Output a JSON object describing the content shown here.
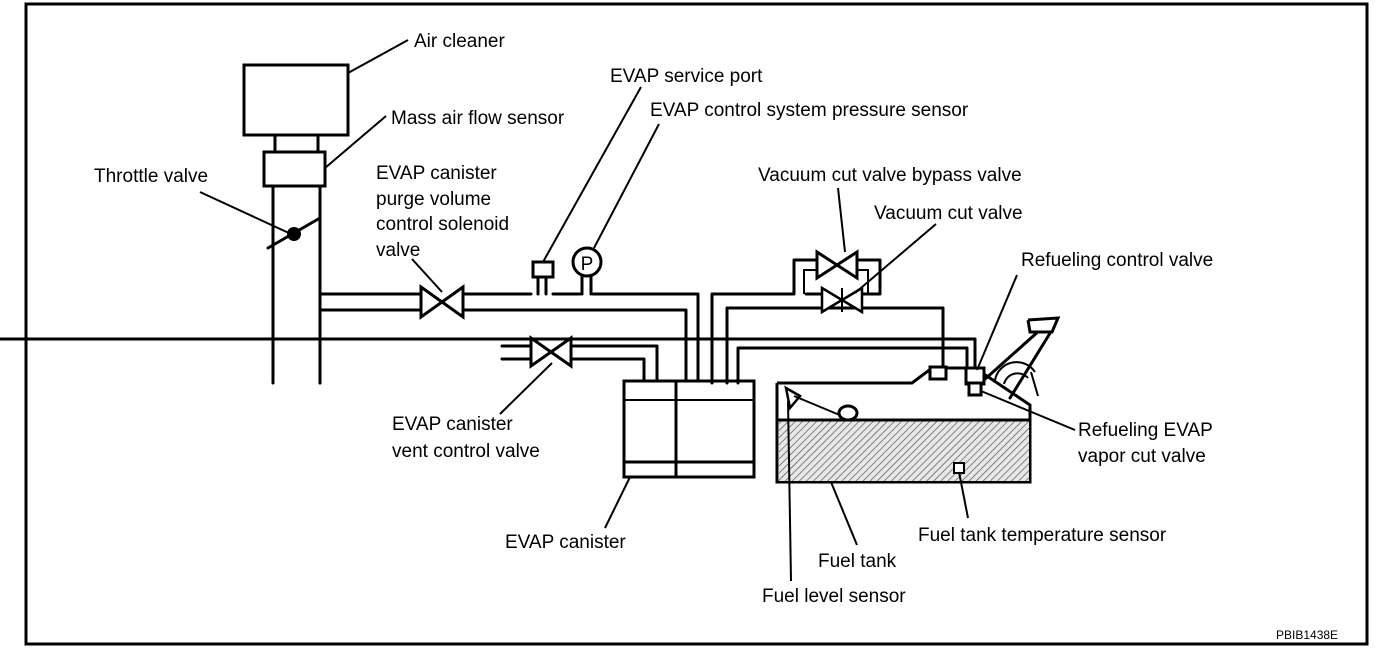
{
  "labels": {
    "air_cleaner": "Air cleaner",
    "maf_sensor": "Mass air flow sensor",
    "throttle_valve": "Throttle valve",
    "purge_valve_1": "EVAP canister",
    "purge_valve_2": "purge volume",
    "purge_valve_3": "control solenoid",
    "purge_valve_4": "valve",
    "service_port": "EVAP service port",
    "pressure_sensor": "EVAP control system pressure sensor",
    "vcv_bypass": "Vacuum cut valve bypass valve",
    "vacuum_cut_valve": "Vacuum cut valve",
    "refuel_control": "Refueling control valve",
    "vent_valve_1": "EVAP canister",
    "vent_valve_2": "vent control valve",
    "refuel_cut_1": "Refueling EVAP",
    "refuel_cut_2": "vapor cut valve",
    "canister": "EVAP canister",
    "fuel_temp": "Fuel tank temperature sensor",
    "fuel_tank": "Fuel tank",
    "fuel_level": "Fuel level sensor",
    "pressure_symbol": "P",
    "figure_code": "PBIB1438E"
  }
}
